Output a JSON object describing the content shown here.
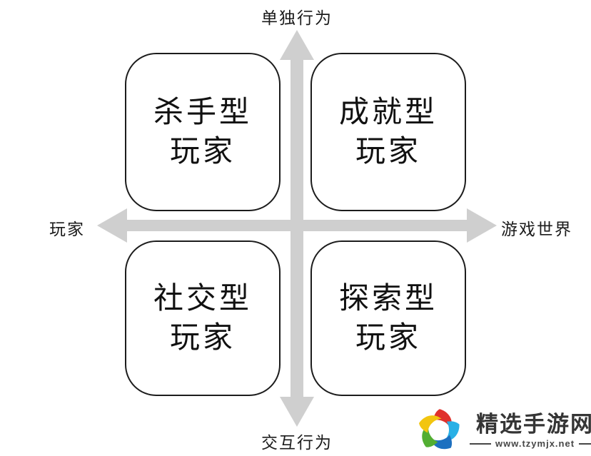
{
  "diagram": {
    "axes": {
      "top": "单独行为",
      "bottom": "交互行为",
      "left": "玩家",
      "right": "游戏世界"
    },
    "quadrants": [
      {
        "position": "top-left",
        "line1": "杀手型",
        "line2": "玩家"
      },
      {
        "position": "top-right",
        "line1": "成就型",
        "line2": "玩家"
      },
      {
        "position": "bottom-left",
        "line1": "社交型",
        "line2": "玩家"
      },
      {
        "position": "bottom-right",
        "line1": "探索型",
        "line2": "玩家"
      }
    ],
    "colors": {
      "arrow": "#cfcfcf",
      "box_border": "#1c1c1c",
      "text": "#111111"
    }
  },
  "watermark": {
    "site_name": "精选手游网",
    "site_url": "www.tzymjx.net",
    "logo_icon": "pinwheel-swirl-icon",
    "logo_colors": [
      "#e0312c",
      "#29b0e6",
      "#1d70c0",
      "#52ae32",
      "#f2c50f"
    ]
  }
}
